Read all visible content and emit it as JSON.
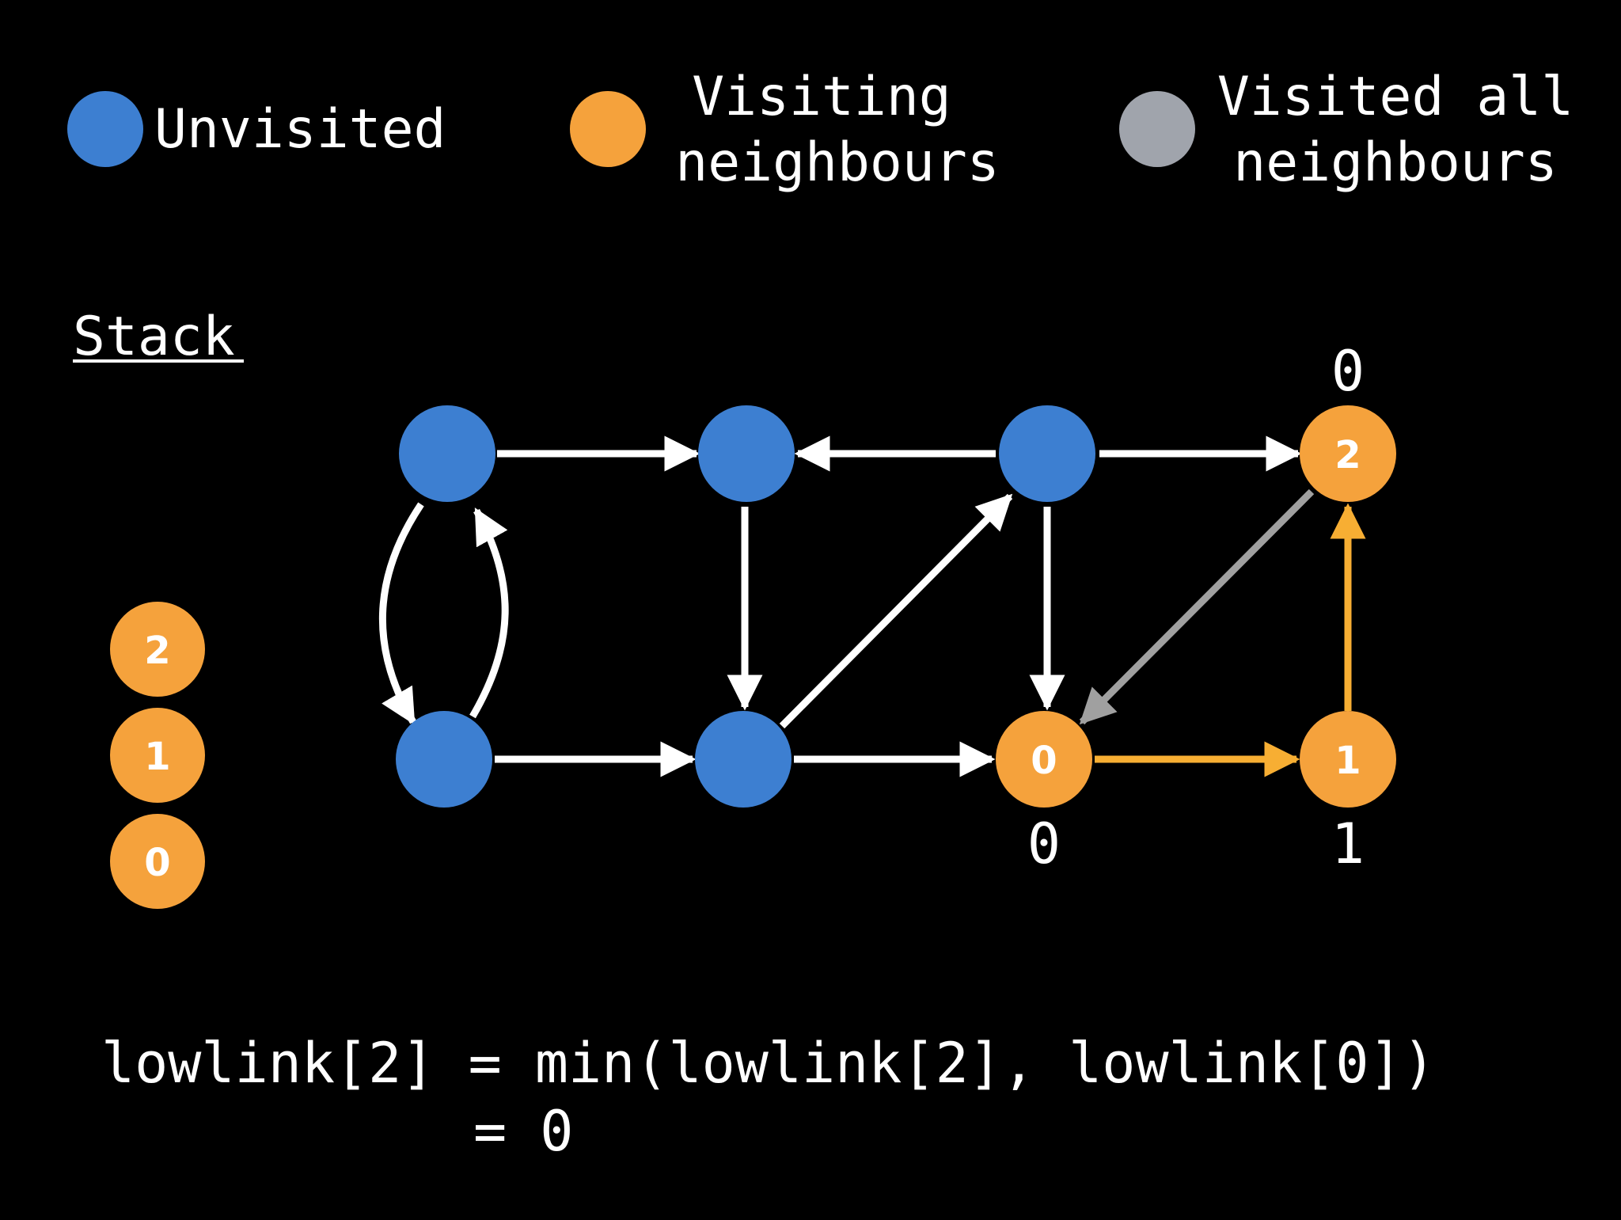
{
  "colors": {
    "unvisited": "#3d7fd1",
    "visiting": "#f5a23c",
    "visited": "#a0a4ac",
    "edge": "#ffffff",
    "edge_gray": "#a0a0a0",
    "edge_orange": "#f7ae33",
    "background": "#000000"
  },
  "legend": {
    "unvisited": "Unvisited",
    "visiting_1": "Visiting",
    "visiting_2": "neighbours",
    "visited_1": "Visited all",
    "visited_2": "neighbours"
  },
  "stack": {
    "title": "Stack",
    "items": [
      "2",
      "1",
      "0"
    ]
  },
  "nodes": [
    {
      "id": "a",
      "state": "unvisited",
      "label": "",
      "lowlink": ""
    },
    {
      "id": "b",
      "state": "unvisited",
      "label": "",
      "lowlink": ""
    },
    {
      "id": "c",
      "state": "unvisited",
      "label": "",
      "lowlink": ""
    },
    {
      "id": "n2",
      "state": "visiting",
      "label": "2",
      "lowlink": "0"
    },
    {
      "id": "e",
      "state": "unvisited",
      "label": "",
      "lowlink": ""
    },
    {
      "id": "f",
      "state": "unvisited",
      "label": "",
      "lowlink": ""
    },
    {
      "id": "n0",
      "state": "visiting",
      "label": "0",
      "lowlink": "0"
    },
    {
      "id": "n1",
      "state": "visiting",
      "label": "1",
      "lowlink": "1"
    }
  ],
  "equation": {
    "line1": "lowlink[2] = min(lowlink[2], lowlink[0])",
    "line2": "= 0"
  }
}
